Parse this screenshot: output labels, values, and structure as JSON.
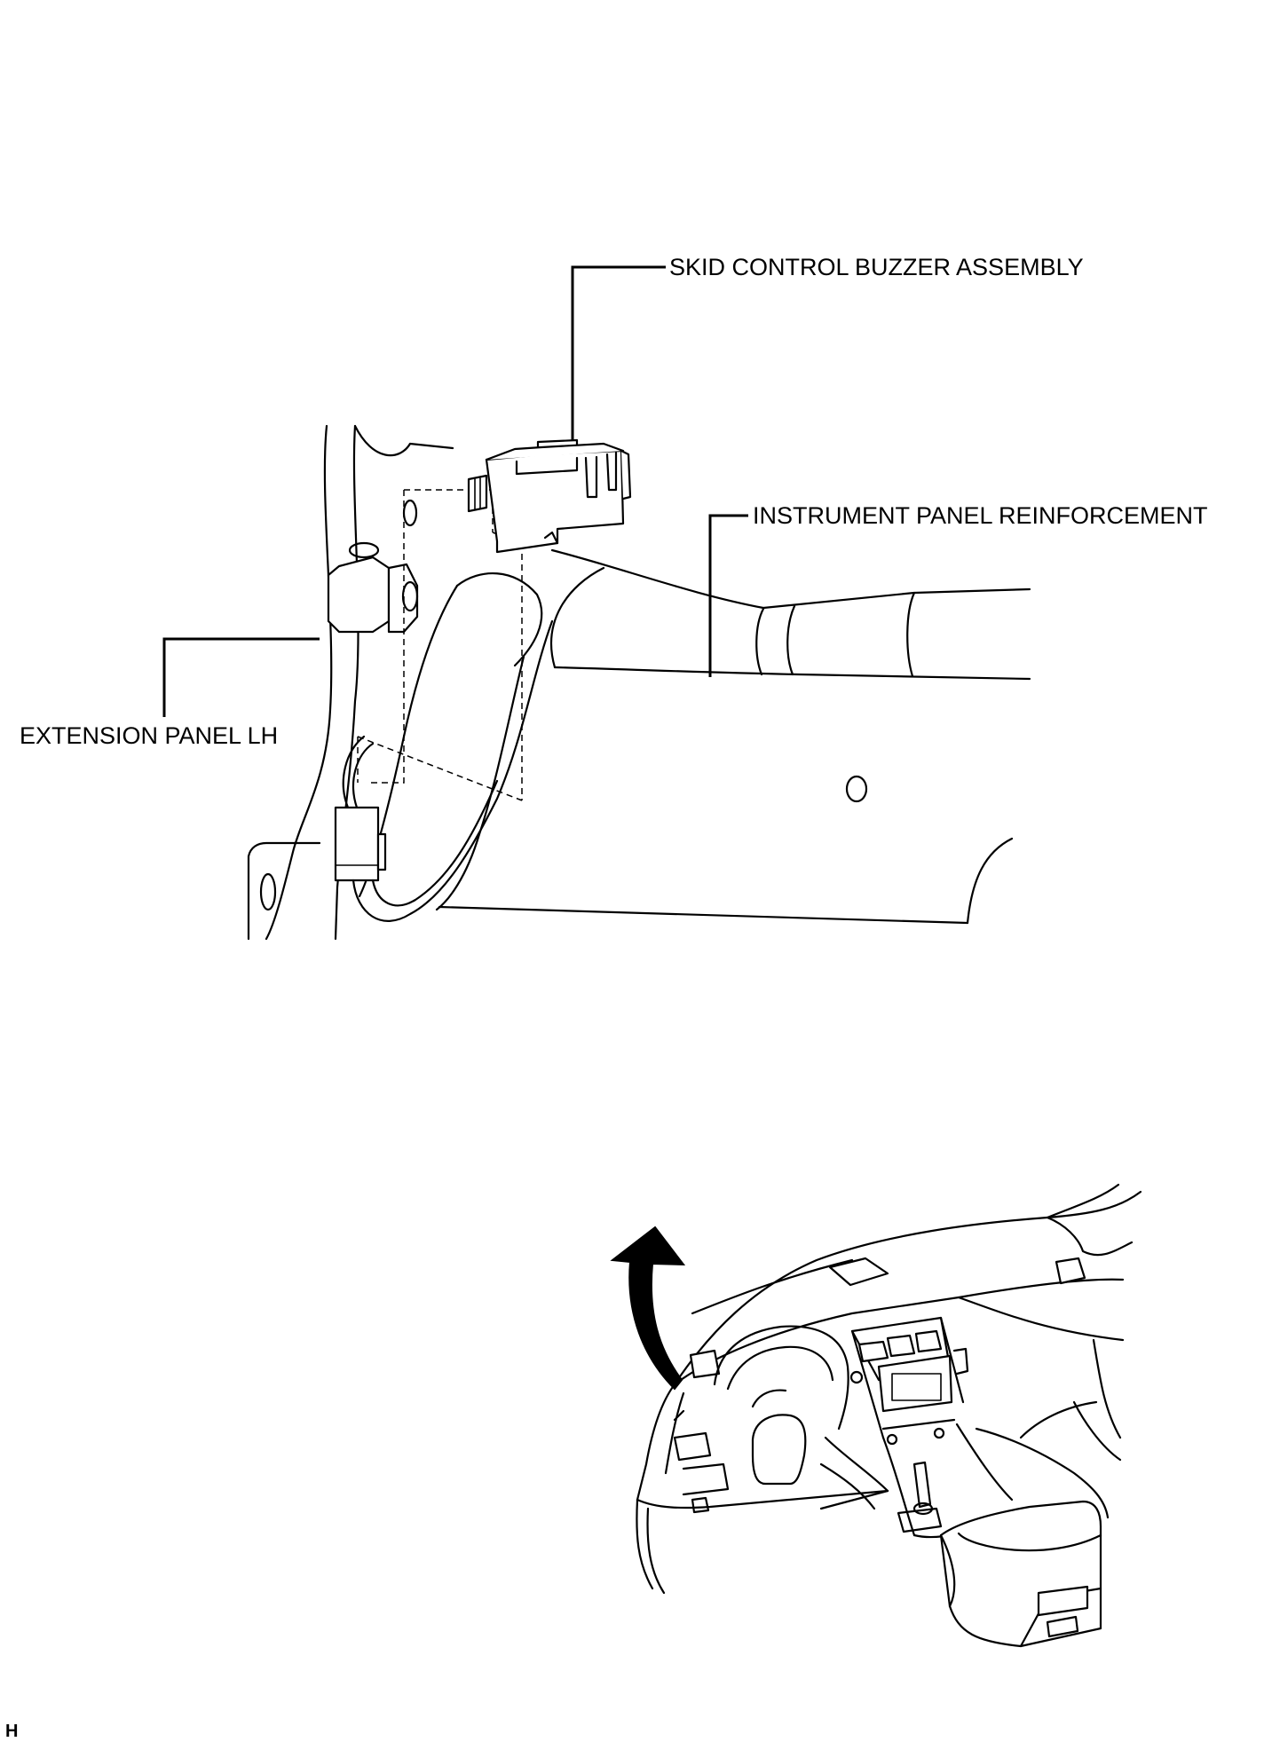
{
  "labels": {
    "skid_control_buzzer": "SKID CONTROL BUZZER ASSEMBLY",
    "instrument_panel_reinforcement": "INSTRUMENT PANEL REINFORCEMENT",
    "extension_panel": "EXTENSION PANEL LH"
  },
  "figure_id": "H"
}
